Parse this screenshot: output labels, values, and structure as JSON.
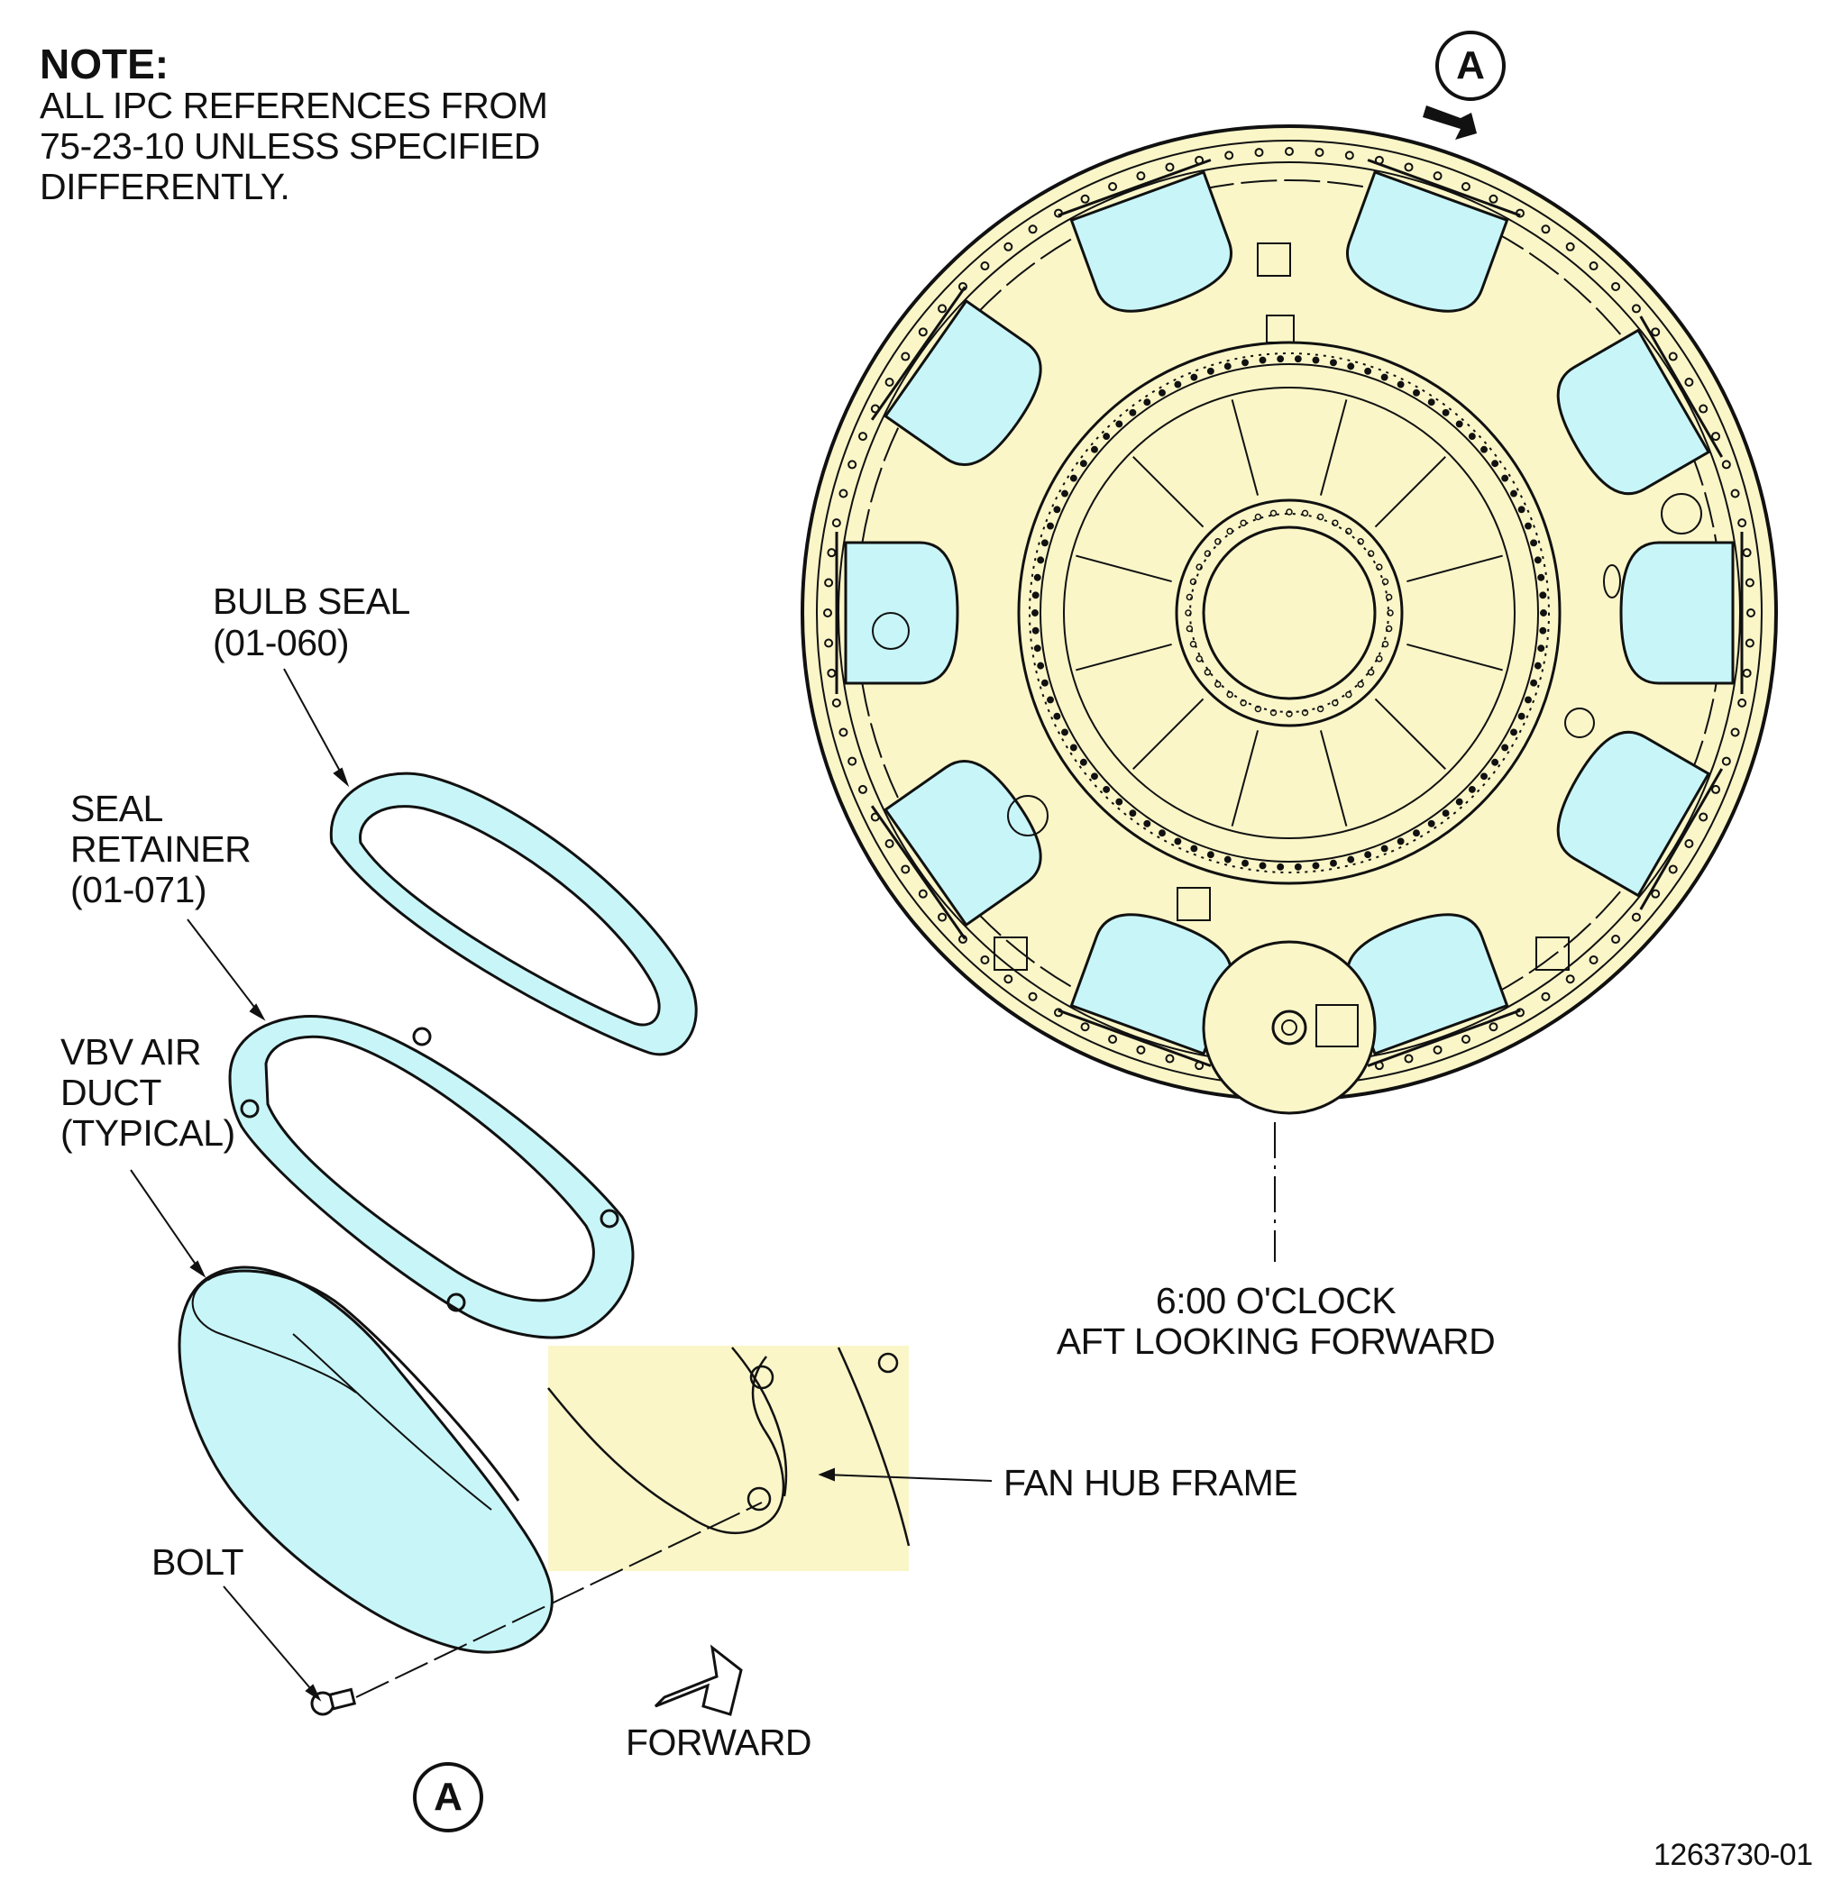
{
  "note": {
    "heading": "NOTE:",
    "lines": [
      "ALL IPC REFERENCES FROM",
      "75-23-10 UNLESS SPECIFIED",
      "DIFFERENTLY."
    ]
  },
  "callouts": {
    "bulb_seal": [
      "BULB SEAL",
      "(01-060)"
    ],
    "seal_retainer": [
      "SEAL",
      "RETAINER",
      "(01-071)"
    ],
    "vbv_air_duct": [
      "VBV AIR",
      "DUCT",
      "(TYPICAL)"
    ],
    "bolt": "BOLT",
    "fan_hub_frame": "FAN HUB FRAME",
    "forward": "FORWARD",
    "clock": [
      "6:00 O'CLOCK",
      "AFT LOOKING FORWARD"
    ]
  },
  "view_marker": "A",
  "figure_number": "1263730-01",
  "colors": {
    "frame_fill": "#faf6c8",
    "part_fill": "#c8f6f8",
    "line": "#111111"
  }
}
